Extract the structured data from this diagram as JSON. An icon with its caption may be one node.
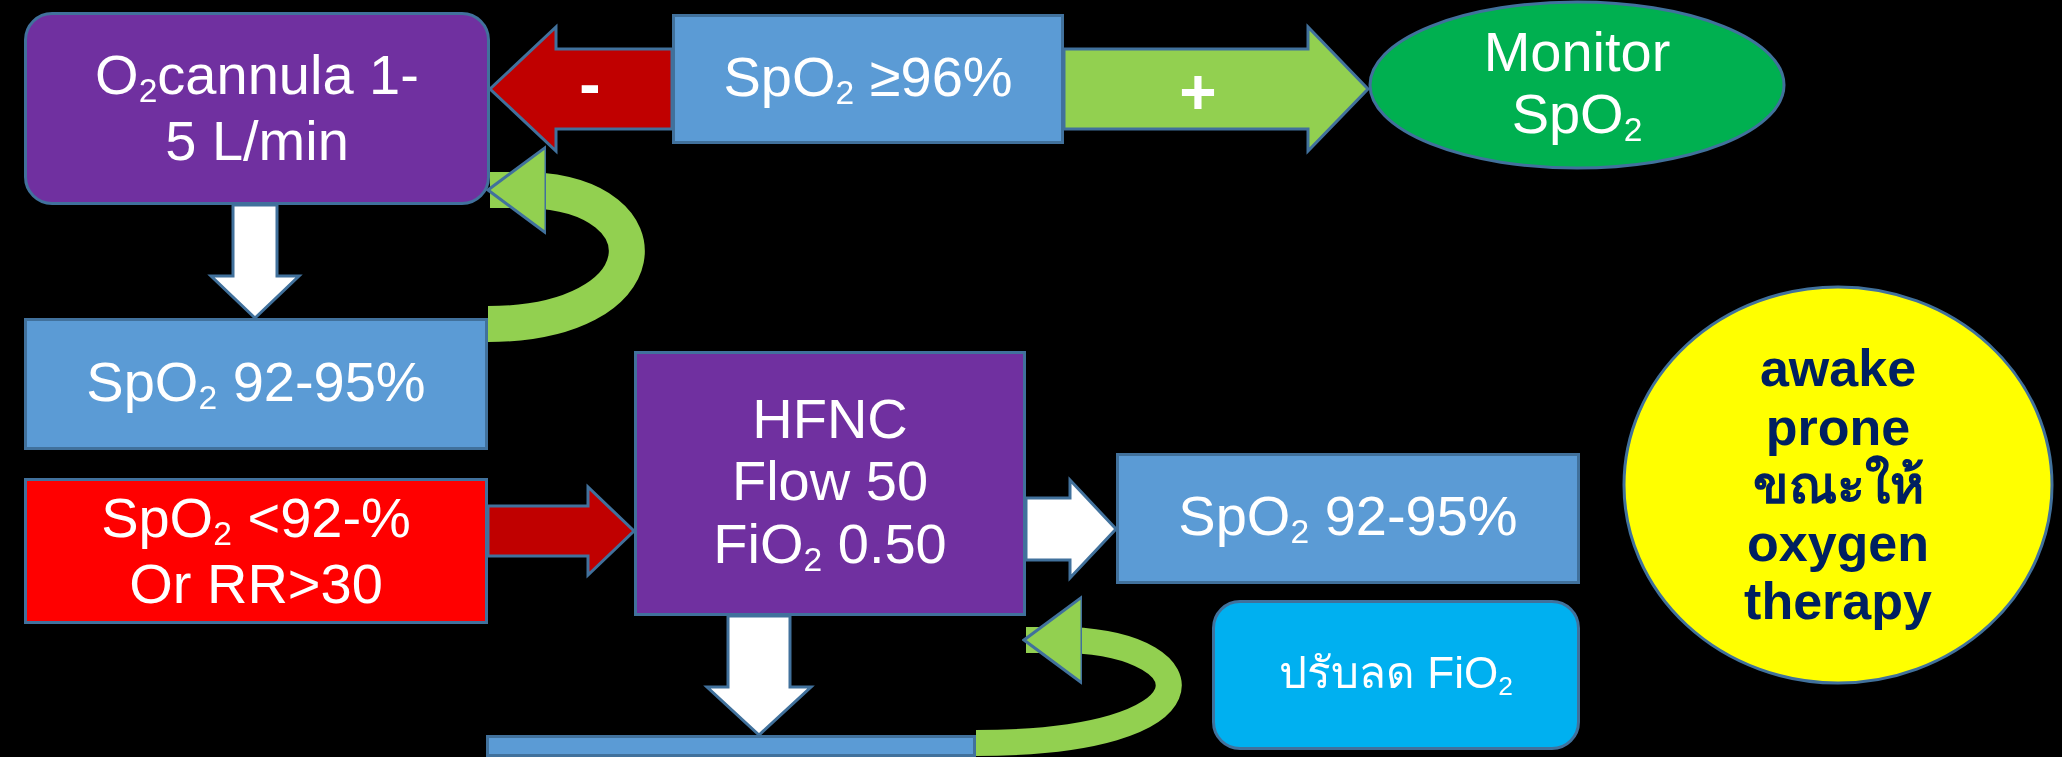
{
  "diagram": {
    "nodes": [
      {
        "text": [
          "O$_{2}$cannula 1- 5 L/min"
        ]
      },
      {
        "text": [
          "SpO$_{2}$ ≥96%"
        ]
      },
      {
        "text": [
          "Monitor SpO$_{2}$"
        ]
      },
      {
        "text": [
          "SpO$_{2}$ 92-95%"
        ]
      },
      {
        "text": [
          "SpO$_{2}$ <92-% Or RR>30"
        ]
      },
      {
        "text": [
          "HFNC Flow 50 FiO$_{2}$ 0.50"
        ]
      },
      {
        "text": [
          "SpO$_{2}$ 92-95%"
        ]
      },
      {
        "text": [
          "ปรับลด FiO$_{2}$"
        ]
      },
      {
        "text": [
          "awake prone ขณะให้ oxygen therapy"
        ]
      },
      {
        "text": [],
        "shape": "box"
      }
    ],
    "edges": [
      {
        "from": 1,
        "to": 0,
        "arrow": "to",
        "label": "-",
        "color": "#c00000"
      },
      {
        "from": 1,
        "to": 2,
        "arrow": "to",
        "label": "+",
        "color": "#92d050"
      },
      {
        "from": 0,
        "to": 3,
        "arrow": "to",
        "color": "#ffffff"
      },
      {
        "from": 3,
        "to": 0,
        "arrow": "to",
        "color": "#92d050"
      },
      {
        "from": 4,
        "to": 5,
        "arrow": "to",
        "color": "#c00000"
      },
      {
        "from": 5,
        "to": 6,
        "arrow": "to",
        "color": "#ffffff"
      },
      {
        "from": 5,
        "to": 9,
        "arrow": "to",
        "color": "#ffffff"
      },
      {
        "from": 9,
        "to": 5,
        "arrow": "to",
        "color": "#92d050"
      }
    ]
  }
}
